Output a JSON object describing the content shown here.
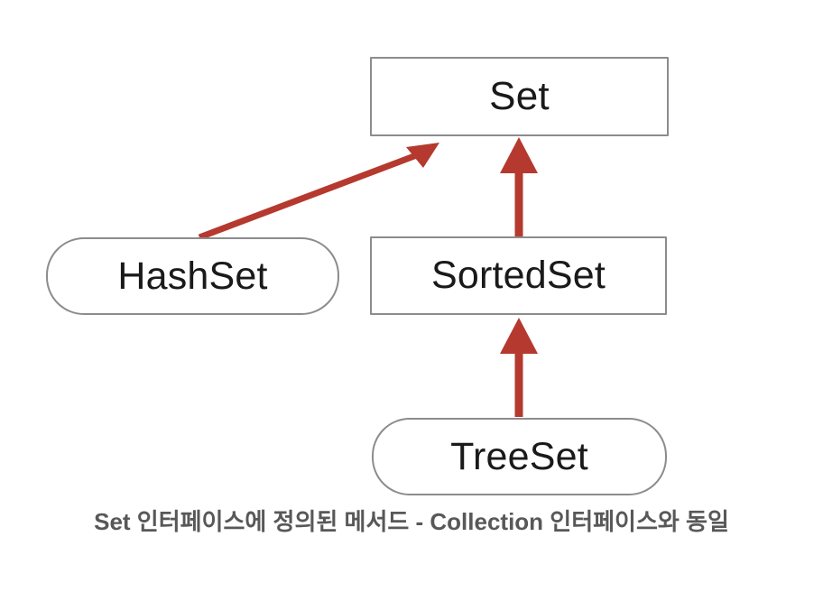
{
  "diagram": {
    "title": "Set interface hierarchy",
    "background_color": "#ffffff",
    "node_border_color": "#8c8c8c",
    "node_text_color": "#1a1a1a",
    "arrow_color": "#b5392e",
    "caption_color": "#585858",
    "nodes": [
      {
        "id": "set",
        "label": "Set",
        "shape": "rectangle",
        "kind": "interface"
      },
      {
        "id": "hashset",
        "label": "HashSet",
        "shape": "rounded-rectangle",
        "kind": "class"
      },
      {
        "id": "sortedset",
        "label": "SortedSet",
        "shape": "rectangle",
        "kind": "interface"
      },
      {
        "id": "treeset",
        "label": "TreeSet",
        "shape": "rounded-rectangle",
        "kind": "class"
      }
    ],
    "edges": [
      {
        "id": "hashset-to-set",
        "from": "HashSet",
        "to": "Set",
        "style": "solid-arrow"
      },
      {
        "id": "sortedset-to-set",
        "from": "SortedSet",
        "to": "Set",
        "style": "solid-arrow"
      },
      {
        "id": "treeset-to-sortedset",
        "from": "TreeSet",
        "to": "SortedSet",
        "style": "solid-arrow"
      }
    ],
    "caption": "Set 인터페이스에 정의된 메서드 - Collection 인터페이스와 동일"
  }
}
